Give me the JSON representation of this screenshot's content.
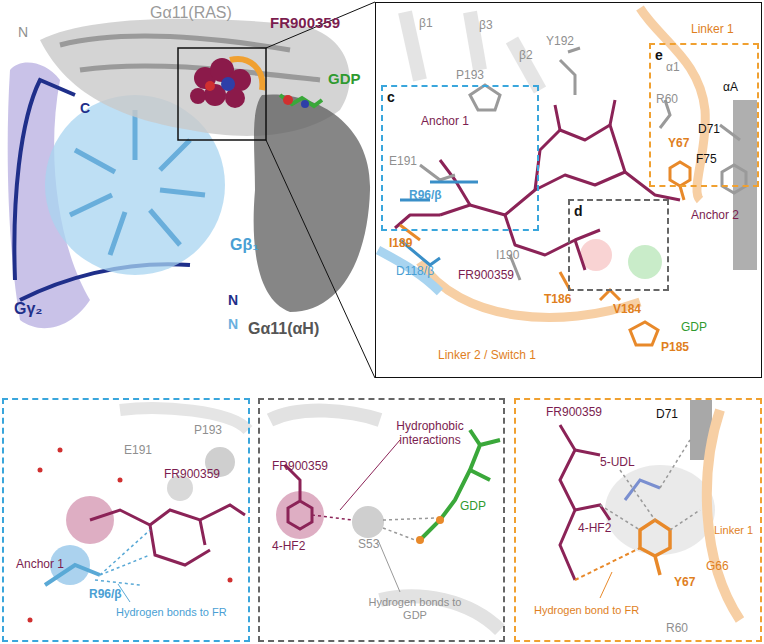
{
  "diagram": {
    "nodes": [
      {
        "text": [
          "β1",
          "β3",
          "β2",
          "Y192",
          "P193",
          "α1",
          "R60",
          "αA",
          "D71",
          "Y67",
          "F75",
          "Anchor 1",
          "E191",
          "R96/β",
          "I189",
          "I190",
          "D118/β",
          "FR900359",
          "Anchor 2",
          "T186",
          "V184",
          "GDP",
          "P185",
          "Linker 2 / Switch 1"
        ]
      },
      {
        "text": [
          "c"
        ],
        "in": 0
      },
      {
        "text": [
          "d"
        ],
        "in": 0
      },
      {
        "text": [
          "e",
          "Linker 1"
        ],
        "in": 0
      },
      {
        "text": [
          "P193",
          "E191",
          "FR900359",
          "Anchor 1",
          "R96/β",
          "Hydrogen bonds to FR"
        ]
      },
      {
        "text": [
          "FR900359",
          "Hydrophobic interactions",
          "4-HF2",
          "S53",
          "GDP",
          "Hydrogen bonds to GDP"
        ]
      },
      {
        "text": [
          "FR900359",
          "5-UDL",
          "D71",
          "4-HF2",
          "Linker 1",
          "G66",
          "Y67",
          "R60",
          "Hydrogen bond to FR"
        ]
      }
    ],
    "labels": [
      "N",
      "Gα11(RAS)",
      "FR900359",
      "GDP",
      "C",
      "Gγ₂",
      "Gβ₁",
      "N",
      "N",
      "Gα11(αH)"
    ]
  }
}
